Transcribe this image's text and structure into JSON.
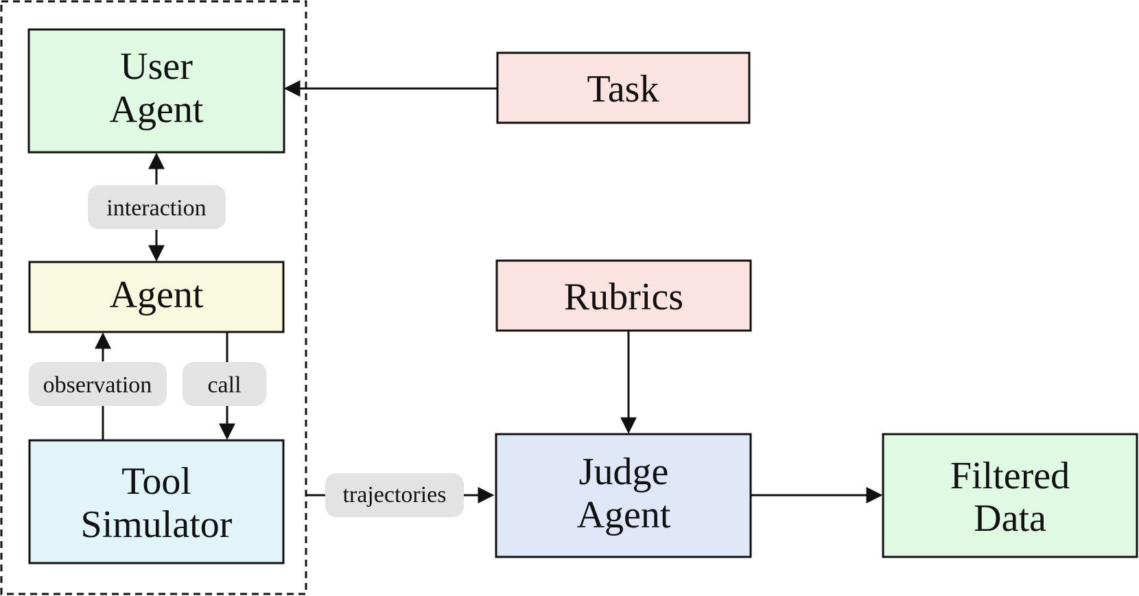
{
  "colors": {
    "green": "#dff9e2",
    "yellow": "#f9f9e0",
    "blue_light": "#e1f5f9",
    "pink": "#fae3e0",
    "blue": "#e0e7f8",
    "label_bg": "#e3e3e3",
    "stroke": "#111111"
  },
  "nodes": {
    "user_agent": {
      "line1": "User",
      "line2": "Agent"
    },
    "agent": {
      "label": "Agent"
    },
    "tool_simulator": {
      "line1": "Tool",
      "line2": "Simulator"
    },
    "task": {
      "label": "Task"
    },
    "rubrics": {
      "label": "Rubrics"
    },
    "judge_agent": {
      "line1": "Judge",
      "line2": "Agent"
    },
    "filtered_data": {
      "line1": "Filtered",
      "line2": "Data"
    }
  },
  "edges": {
    "interaction": "interaction",
    "observation": "observation",
    "call": "call",
    "trajectories": "trajectories"
  }
}
